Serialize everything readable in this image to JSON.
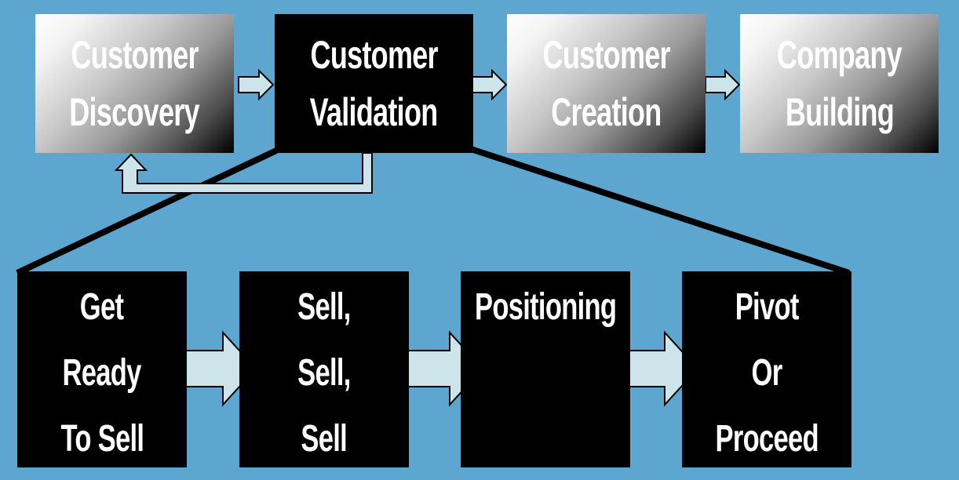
{
  "title": "Customer Development Process - Customer Validation Detail",
  "colors": {
    "background": "#5ca6d0",
    "arrow_fill": "#cce4ea",
    "active_box": "#000000",
    "inactive_box_gradient": [
      "#ffffff",
      "#000000"
    ],
    "text": "#ffffff"
  },
  "stages": [
    {
      "lines": [
        "Customer",
        "Discovery"
      ],
      "state": "inactive"
    },
    {
      "lines": [
        "Customer",
        "Validation"
      ],
      "state": "active"
    },
    {
      "lines": [
        "Customer",
        "Creation"
      ],
      "state": "inactive"
    },
    {
      "lines": [
        "Company",
        "Building"
      ],
      "state": "inactive"
    }
  ],
  "feedback_loop": {
    "from": "Customer Validation",
    "to": "Customer Discovery"
  },
  "validation_steps": [
    {
      "lines": [
        "Get",
        "Ready",
        "To Sell"
      ]
    },
    {
      "lines": [
        "Sell,",
        "Sell,",
        "Sell"
      ]
    },
    {
      "lines": [
        "Positioning"
      ]
    },
    {
      "lines": [
        "Pivot",
        "Or",
        "Proceed"
      ]
    }
  ]
}
